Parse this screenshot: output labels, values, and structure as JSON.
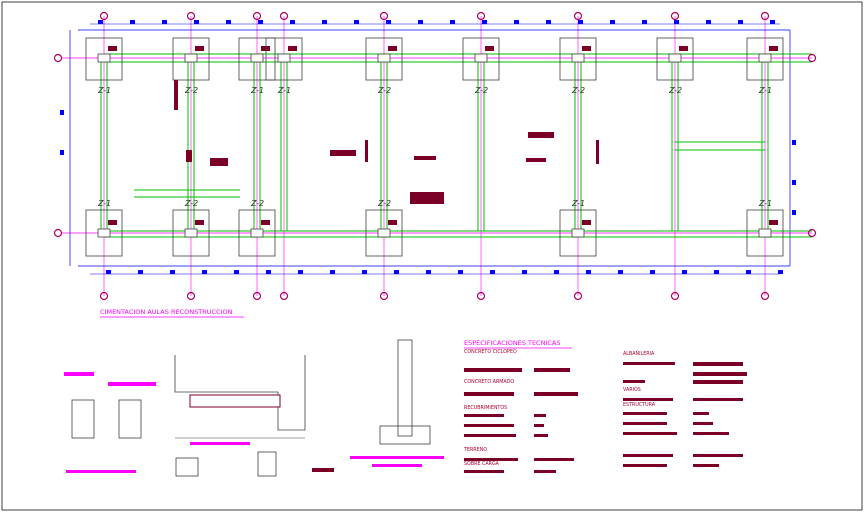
{
  "plan": {
    "zone_labels": {
      "top": [
        "Z-1",
        "Z-2",
        "Z-1",
        "Z-1",
        "Z-2",
        "Z-2",
        "Z-2",
        "Z-2",
        "Z-1"
      ],
      "bottom": [
        "Z-1",
        "Z-2",
        "Z-2",
        "Z-2",
        "Z-1",
        "Z-1"
      ]
    },
    "title": "CIMENTACION AULAS RECONSTRUCCION"
  },
  "specs": {
    "title": "ESPECIFICACIONES TECNICAS",
    "left_headings": [
      "CONCRETO CICLOPEO",
      "CONCRETO ARMADO",
      "RECUBRIMIENTOS",
      "TERRENO",
      "SOBRE CARGA"
    ],
    "right_headings": [
      "ALBAÑILERIA",
      "VARIOS",
      "ESTRUCTURA"
    ]
  },
  "colors": {
    "frame": "#404040",
    "grid": "#ff00ff",
    "beam": "#00c000",
    "footing": "#7a0026",
    "dim": "#0000ff",
    "axis_bubble": "#b00060"
  }
}
